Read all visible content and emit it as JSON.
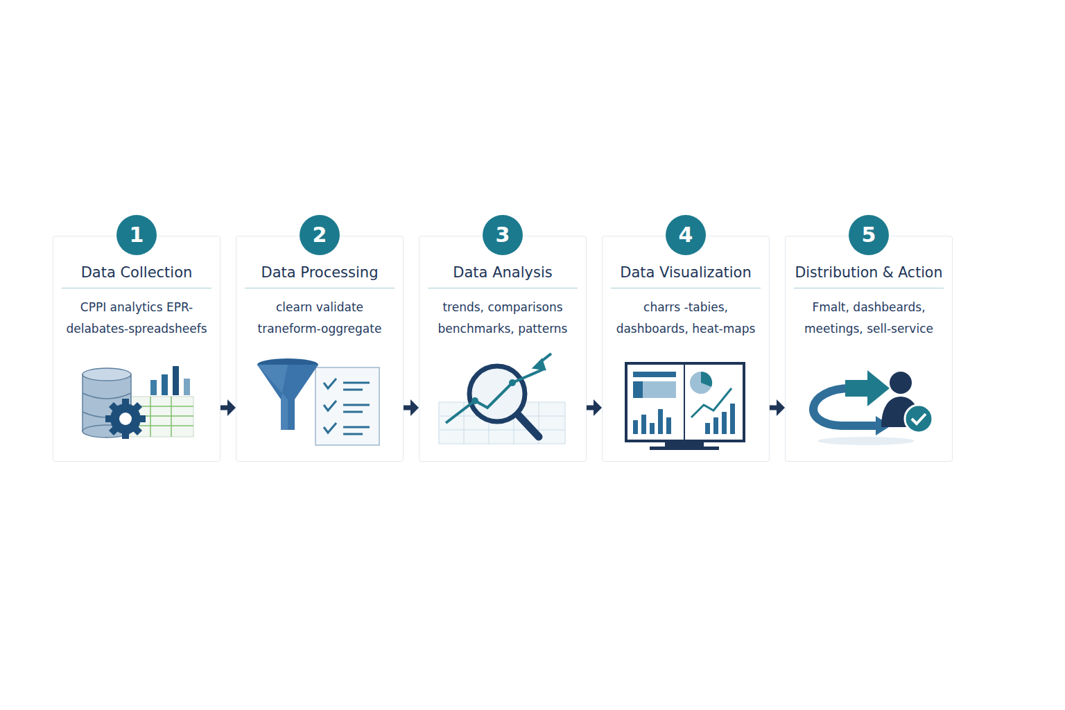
{
  "diagram": {
    "nodes": [
      {
        "text": [
          "1",
          "Data Collection",
          "CPPI analytics EPR-delabates-spreadsheefs"
        ]
      },
      {
        "text": [
          "2",
          "Data Processing",
          "clearn validate traneform-oggregate"
        ]
      },
      {
        "text": [
          "3",
          "Data  Analysis",
          "trends, comparisons benchmarks, patterns"
        ]
      },
      {
        "text": [
          "4",
          "Data Visualization",
          "charrs -tabies, dashboards, heat-maps"
        ]
      },
      {
        "text": [
          "5",
          "Distribution & Action",
          "Fmalt, dashbeards, meetings, sell-service"
        ]
      }
    ],
    "edges": [
      {
        "from": 0,
        "to": 1,
        "arrow": "to"
      },
      {
        "from": 1,
        "to": 2,
        "arrow": "to"
      },
      {
        "from": 2,
        "to": 3,
        "arrow": "to"
      },
      {
        "from": 3,
        "to": 4,
        "arrow": "to"
      }
    ]
  }
}
